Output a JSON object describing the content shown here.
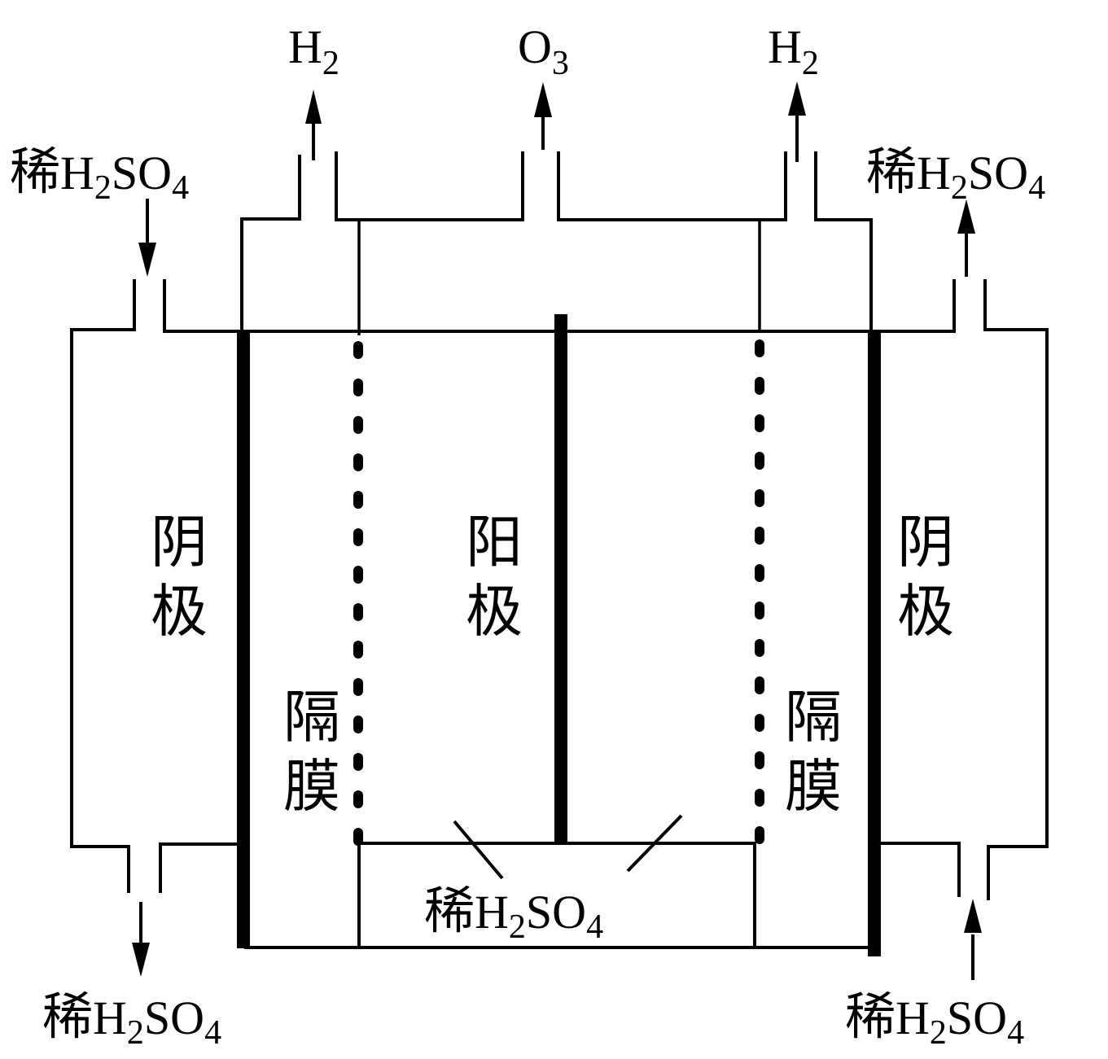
{
  "diagram": {
    "title": "Electrolytic ozone generator",
    "gas_outlets": {
      "left": {
        "main": "H",
        "sub": "2"
      },
      "center": {
        "main": "O",
        "sub": "3"
      },
      "right": {
        "main": "H",
        "sub": "2"
      }
    },
    "acid_labels": {
      "top_left": {
        "prefix": "稀",
        "h": "H",
        "h_sub": "2",
        "so": "SO",
        "so_sub": "4",
        "direction": "in"
      },
      "top_right": {
        "prefix": "稀",
        "h": "H",
        "h_sub": "2",
        "so": "SO",
        "so_sub": "4",
        "direction": "out"
      },
      "bottom_left": {
        "prefix": "稀",
        "h": "H",
        "h_sub": "2",
        "so": "SO",
        "so_sub": "4",
        "direction": "out"
      },
      "bottom_right": {
        "prefix": "稀",
        "h": "H",
        "h_sub": "2",
        "so": "SO",
        "so_sub": "4",
        "direction": "in"
      },
      "center_bottom": {
        "prefix": "稀",
        "h": "H",
        "h_sub": "2",
        "so": "SO",
        "so_sub": "4"
      }
    },
    "electrodes": {
      "cathode_left": {
        "line1": "阴",
        "line2": "极"
      },
      "anode": {
        "line1": "阳",
        "line2": "极"
      },
      "cathode_right": {
        "line1": "阴",
        "line2": "极"
      }
    },
    "membranes": {
      "left": {
        "line1": "隔",
        "line2": "膜"
      },
      "right": {
        "line1": "隔",
        "line2": "膜"
      }
    },
    "colors": {
      "stroke": "#000000",
      "background": "#ffffff"
    }
  }
}
